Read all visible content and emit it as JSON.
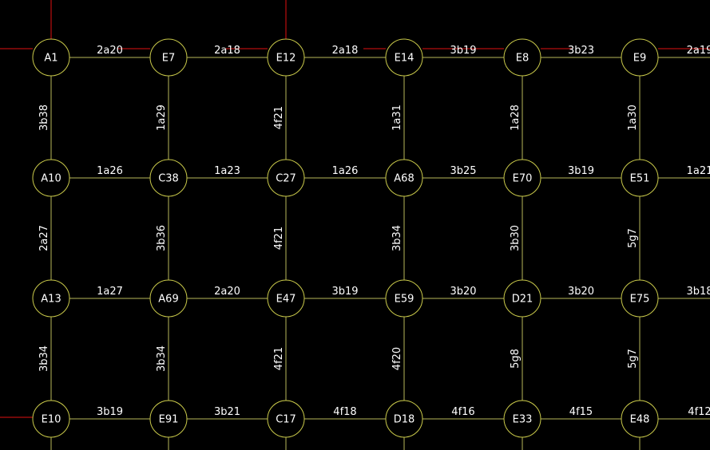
{
  "colors": {
    "background": "#000000",
    "grid_line": "#b8b85a",
    "node_stroke": "#c9c94a",
    "axis_line": "#e01010",
    "text": "#ffffff"
  },
  "nodes": [
    [
      "A1",
      "E7",
      "E12",
      "E14",
      "E8",
      "E9"
    ],
    [
      "A10",
      "C38",
      "C27",
      "A68",
      "E70",
      "E51"
    ],
    [
      "A13",
      "A69",
      "E47",
      "E59",
      "D21",
      "E75"
    ],
    [
      "E10",
      "E91",
      "C17",
      "D18",
      "E33",
      "E48"
    ]
  ],
  "horizontal_edges": [
    [
      "2a20",
      "2a18",
      "2a18",
      "3b19",
      "3b23",
      "2a19"
    ],
    [
      "1a26",
      "1a23",
      "1a26",
      "3b25",
      "3b19",
      "1a21"
    ],
    [
      "1a27",
      "2a20",
      "3b19",
      "3b20",
      "3b20",
      "3b18"
    ],
    [
      "3b19",
      "3b21",
      "4f18",
      "4f16",
      "4f15",
      "4f12"
    ]
  ],
  "vertical_edges": [
    [
      "3b38",
      "1a29",
      "4f21",
      "1a31",
      "1a28",
      "1a30"
    ],
    [
      "2a27",
      "3b36",
      "4f21",
      "3b34",
      "3b30",
      "5g7"
    ],
    [
      "3b34",
      "3b34",
      "4f21",
      "4f20",
      "5g8",
      "5g7"
    ]
  ]
}
